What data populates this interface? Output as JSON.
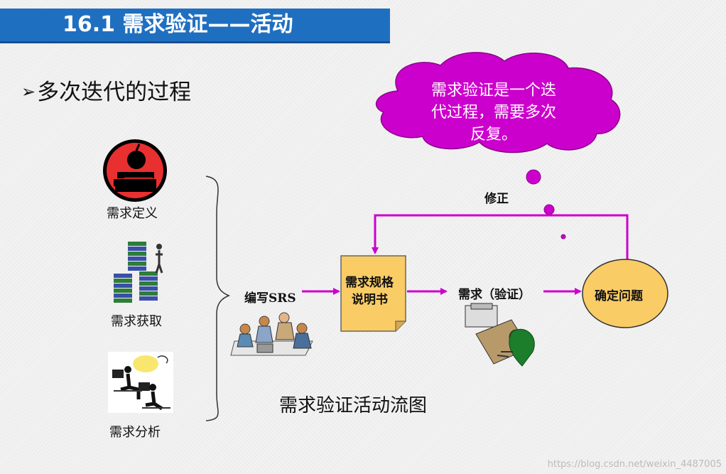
{
  "slide_title": "16.1 需求验证——活动",
  "bullet": {
    "marker": "➢",
    "text": "多次迭代的过程"
  },
  "cloud": {
    "line1": "需求验证是一个迭",
    "line2": "代过程，需要多次",
    "line3": "反复。"
  },
  "left_items": [
    "需求定义",
    "需求获取",
    "需求分析"
  ],
  "flow": {
    "input_label": "编写SRS",
    "doc_line1": "需求规格",
    "doc_line2": "说明书",
    "verify_label": "需求（验证）",
    "ellipse_label": "确定问题",
    "feedback_label": "修正"
  },
  "caption": "需求验证活动流图",
  "watermark": "https://blog.csdn.net/weixin_4487005",
  "colors": {
    "title_bar": "#1f6fc1",
    "cloud": "#cc00cc",
    "arrow": "#cc00cc",
    "doc": "#f9cc66",
    "ellipse": "#f9cc66"
  },
  "icons": [
    "apple-books-icon",
    "book-stacks-icon",
    "workers-at-computers-icon",
    "team-meeting-icon",
    "desk-worker-icon"
  ]
}
